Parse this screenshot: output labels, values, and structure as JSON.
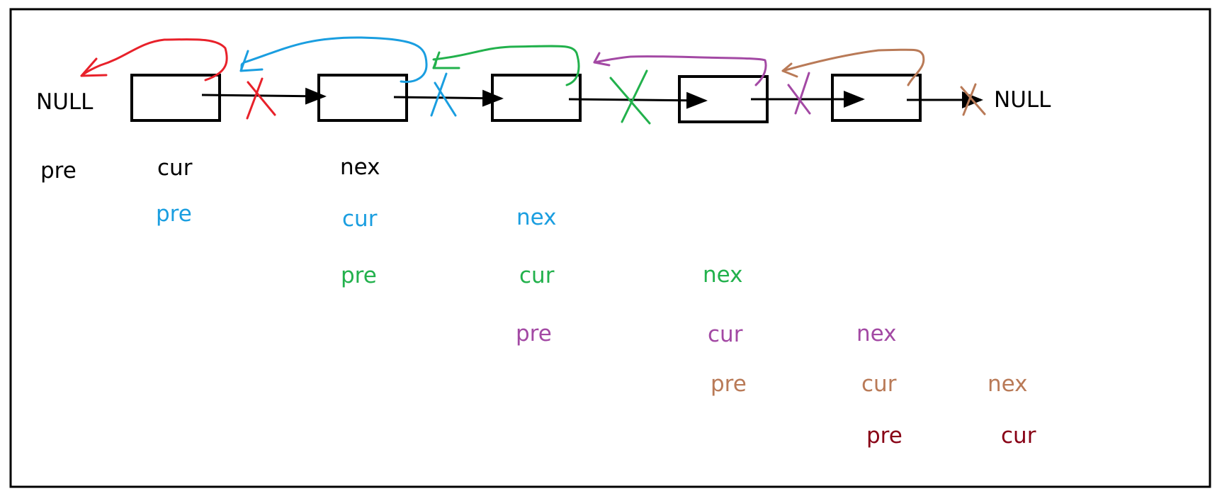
{
  "null_labels": {
    "left": "NULL",
    "right": "NULL"
  },
  "colors": {
    "black": "#000000",
    "red": "#e8212a",
    "blue": "#1a9ee0",
    "green": "#22b14c",
    "purple": "#a349a4",
    "brown": "#b97a57",
    "darkred": "#880015"
  },
  "rows": [
    {
      "color": "black",
      "labels": [
        "pre",
        "cur",
        "nex"
      ]
    },
    {
      "color": "blue",
      "labels": [
        "pre",
        "cur",
        "nex"
      ]
    },
    {
      "color": "green",
      "labels": [
        "pre",
        "cur",
        "nex"
      ]
    },
    {
      "color": "purple",
      "labels": [
        "pre",
        "cur",
        "nex"
      ]
    },
    {
      "color": "brown",
      "labels": [
        "pre",
        "cur",
        "nex"
      ]
    },
    {
      "color": "darkred",
      "labels": [
        "pre",
        "cur"
      ]
    }
  ]
}
